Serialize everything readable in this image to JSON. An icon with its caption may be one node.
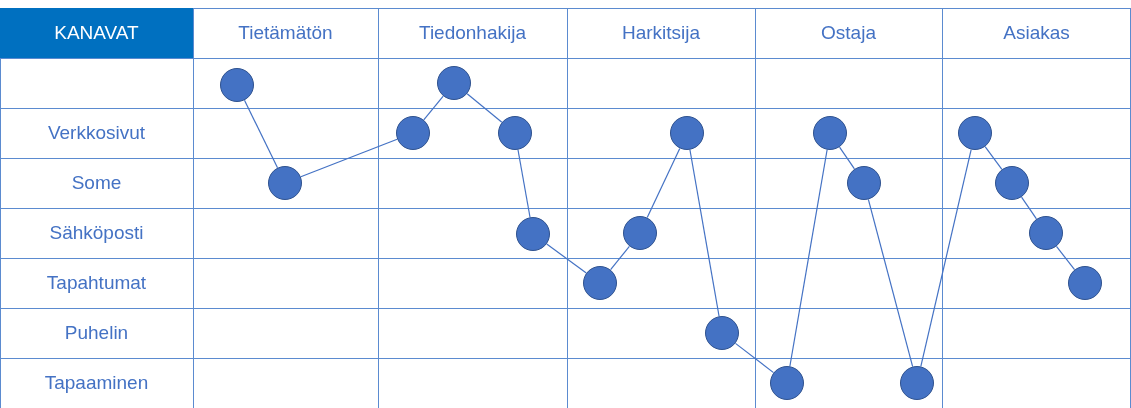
{
  "diagram": {
    "nodes": [
      {
        "text": [],
        "shape": "circle"
      },
      {
        "text": [],
        "shape": "circle"
      },
      {
        "text": [],
        "shape": "circle"
      },
      {
        "text": [],
        "shape": "circle"
      },
      {
        "text": [],
        "shape": "circle"
      },
      {
        "text": [],
        "shape": "circle"
      },
      {
        "text": [],
        "shape": "circle"
      },
      {
        "text": [],
        "shape": "circle"
      },
      {
        "text": [],
        "shape": "circle"
      },
      {
        "text": [],
        "shape": "circle"
      },
      {
        "text": [],
        "shape": "circle"
      },
      {
        "text": [],
        "shape": "circle"
      },
      {
        "text": [],
        "shape": "circle"
      },
      {
        "text": [],
        "shape": "circle"
      },
      {
        "text": [],
        "shape": "circle"
      },
      {
        "text": [],
        "shape": "circle"
      },
      {
        "text": [],
        "shape": "circle"
      },
      {
        "text": [],
        "shape": "circle"
      }
    ],
    "edges": [
      {
        "from": 0,
        "to": 1,
        "arrow": "none"
      },
      {
        "from": 1,
        "to": 2,
        "arrow": "none"
      },
      {
        "from": 2,
        "to": 3,
        "arrow": "none"
      },
      {
        "from": 3,
        "to": 4,
        "arrow": "none"
      },
      {
        "from": 4,
        "to": 5,
        "arrow": "none"
      },
      {
        "from": 5,
        "to": 6,
        "arrow": "none"
      },
      {
        "from": 6,
        "to": 7,
        "arrow": "none"
      },
      {
        "from": 7,
        "to": 8,
        "arrow": "none"
      },
      {
        "from": 8,
        "to": 9,
        "arrow": "none"
      },
      {
        "from": 9,
        "to": 10,
        "arrow": "none"
      },
      {
        "from": 10,
        "to": 11,
        "arrow": "none"
      },
      {
        "from": 11,
        "to": 12,
        "arrow": "none"
      },
      {
        "from": 12,
        "to": 13,
        "arrow": "none"
      },
      {
        "from": 13,
        "to": 14,
        "arrow": "none"
      },
      {
        "from": 14,
        "to": 15,
        "arrow": "none"
      },
      {
        "from": 15,
        "to": 16,
        "arrow": "none"
      },
      {
        "from": 16,
        "to": 17,
        "arrow": "none"
      }
    ],
    "labels": [
      "KANAVAT",
      "Tietämätön",
      "Tiedonhakija",
      "Harkitsija",
      "Ostaja",
      "Asiakas",
      "Verkkosivut",
      "Some",
      "Sähköposti",
      "Tapahtumat",
      "Puhelin",
      "Tapaaminen"
    ]
  }
}
